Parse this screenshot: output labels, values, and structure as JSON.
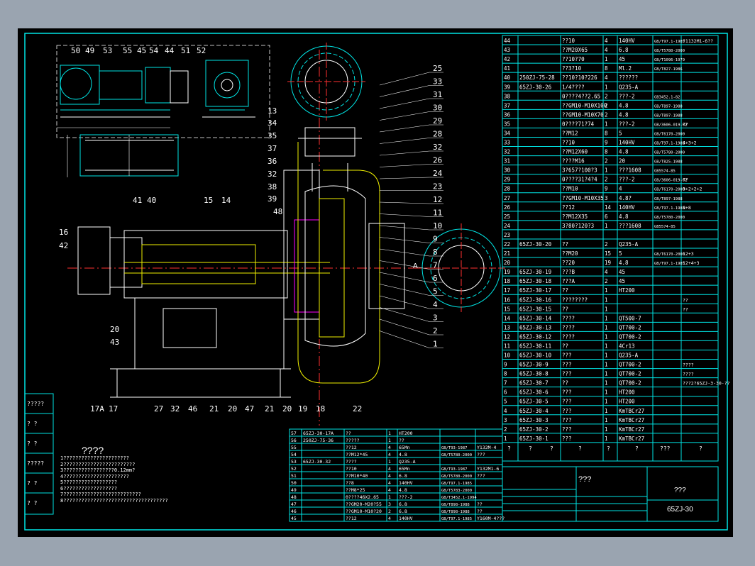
{
  "drawing": {
    "number": "65ZJ-30",
    "title_block_name": "???",
    "title_block_sub": "???",
    "view_marker": "A"
  },
  "balloons_left_top": [
    "50",
    "49",
    "53",
    "55",
    "45",
    "54",
    "44",
    "51",
    "52"
  ],
  "balloons_right": [
    "25",
    "33",
    "31",
    "30",
    "29",
    "28",
    "32",
    "26",
    "24",
    "23",
    "12",
    "11",
    "10",
    "9",
    "8",
    "7",
    "6",
    "5",
    "4",
    "3",
    "2",
    "1"
  ],
  "balloons_upper_left": [
    "13",
    "34",
    "35",
    "37",
    "36",
    "32",
    "38",
    "39",
    "48",
    "41",
    "40",
    "15",
    "14",
    "16",
    "42"
  ],
  "balloons_bottom": [
    "17A",
    "17",
    "27",
    "32",
    "46",
    "21",
    "20",
    "47",
    "21",
    "20",
    "19",
    "18",
    "22",
    "20",
    "43"
  ],
  "notes": {
    "heading": "????",
    "lines": [
      "1??????????????????????",
      "2????????????????????????",
      "3?????????????????0.12mm?",
      "4??????????????????????",
      "5??????????????????",
      "6??????????????????",
      "7??????????????????????????",
      "8???????????????????????????????????"
    ]
  },
  "left_strip": [
    "?????",
    "?  ?",
    "?  ?",
    "?????",
    "?  ?",
    "?  ?"
  ],
  "parts_upper": [
    [
      "44",
      "",
      "??10",
      "4",
      "140HV",
      "GB/T97.1-1985",
      "?1132M1-6??"
    ],
    [
      "43",
      "",
      "??M20X65",
      "4",
      "6.8",
      "GB/T5780-2000",
      ""
    ],
    [
      "42",
      "",
      "??10?70",
      "1",
      "45",
      "GB/T1096-1979",
      ""
    ],
    [
      "41",
      "",
      "??3?10",
      "8",
      "Ml.2",
      "GB/T827-1986",
      ""
    ],
    [
      "40",
      "250ZJ-75-28",
      "??10?10?226",
      "4",
      "??????",
      "",
      " "
    ],
    [
      "39",
      "65ZJ-30-26",
      "1/4????",
      "1",
      "Q235-A",
      "",
      ""
    ],
    [
      "38",
      "",
      "0????4??2.65",
      "2",
      "???-2",
      "GB3452.1-82",
      ""
    ],
    [
      "37",
      "",
      "??GM10-M10X100",
      "2",
      "4.8",
      "GB/T897-1988",
      ""
    ],
    [
      "36",
      "",
      "??GM10-M10X70",
      "2",
      "4.8",
      "GB/T897-1988",
      ""
    ],
    [
      "35",
      "",
      "0????71?74",
      "1",
      "???-2",
      "GB/3606-019-62",
      "??"
    ],
    [
      "34",
      "",
      "??M12",
      "8",
      "5",
      "GB/T6170-2000",
      ""
    ],
    [
      "33",
      "",
      "??10",
      "9",
      "140HV",
      "GB/T97.1-1985",
      "4+3+2"
    ],
    [
      "32",
      "",
      "??M12X60",
      "8",
      "4.8",
      "GB/T5780-2000",
      ""
    ],
    [
      "31",
      "",
      "????M16",
      "2",
      "20",
      "GB/T825-1988",
      ""
    ],
    [
      "30",
      "",
      "3?657?100?3",
      "1",
      "???1608",
      "GB5574-85",
      ""
    ],
    [
      "29",
      "",
      "0????31?4?4",
      "2",
      "???-2",
      "GB/3606-019-62",
      "??"
    ],
    [
      "28",
      "",
      "??M10",
      "9",
      "4",
      "GB/T6170-2000",
      "3+2+2+2"
    ],
    [
      "27",
      "",
      "??GM10-M10X35",
      "3",
      "4.8?",
      "GB/T897-1988",
      ""
    ],
    [
      "26",
      "",
      "??12",
      "14",
      "140HV",
      "GB/T97.1-1985",
      "8+8"
    ],
    [
      "25",
      "",
      "??M12X35",
      "6",
      "4.8",
      "GB/T5780-2000",
      ""
    ],
    [
      "24",
      "",
      "3?80?120?3",
      "1",
      "???1608",
      "GB5574-85",
      ""
    ],
    [
      "23",
      "",
      "",
      "",
      "",
      "",
      ""
    ],
    [
      "22",
      "65ZJ-30-20",
      "??",
      "2",
      "Q235-A",
      "",
      ""
    ],
    [
      "21",
      "",
      "??M20",
      "15",
      "5",
      "GB/T6170-2000",
      "12+3"
    ],
    [
      "20",
      "",
      "??20",
      "19",
      "4.8",
      "GB/T97.1-1985",
      "12+4+3"
    ],
    [
      "19",
      "65ZJ-30-19",
      "???B",
      "4",
      "45",
      "",
      ""
    ],
    [
      "18",
      "65ZJ-30-18",
      "???A",
      "2",
      "45",
      "",
      ""
    ],
    [
      "17",
      "65ZJ-30-17",
      "??",
      "1",
      "HT200",
      "",
      ""
    ],
    [
      "16",
      "65ZJ-30-16",
      "????????",
      "1",
      "",
      "",
      "??"
    ],
    [
      "15",
      "65ZJ-30-15",
      "??",
      "1",
      "",
      "",
      "??"
    ],
    [
      "14",
      "65ZJ-30-14",
      "????",
      "1",
      "QT500-7",
      "",
      ""
    ],
    [
      "13",
      "65ZJ-30-13",
      "????",
      "1",
      "QT700-2",
      "",
      ""
    ],
    [
      "12",
      "65ZJ-30-12",
      "????",
      "1",
      "QT700-2",
      "",
      ""
    ],
    [
      "11",
      "65ZJ-30-11",
      "??",
      "1",
      "4Cr13",
      "",
      ""
    ],
    [
      "10",
      "65ZJ-30-10",
      "???",
      "1",
      "Q235-A",
      "",
      ""
    ],
    [
      "9",
      "65ZJ-30-9",
      "???",
      "1",
      "QT700-2",
      "",
      "????"
    ],
    [
      "8",
      "65ZJ-30-8",
      "???",
      "1",
      "QT700-2",
      "",
      "????"
    ],
    [
      "7",
      "65ZJ-30-7",
      "??",
      "1",
      "QT700-2",
      "",
      "???2?65ZJ-3-30-??"
    ],
    [
      "6",
      "65ZJ-30-6",
      "???",
      "1",
      "HT200",
      "",
      ""
    ],
    [
      "5",
      "65ZJ-30-5",
      "???",
      "1",
      "HT200",
      "",
      ""
    ],
    [
      "4",
      "65ZJ-30-4",
      "???",
      "1",
      "KmTBCr27",
      "",
      ""
    ],
    [
      "3",
      "65ZJ-30-3",
      "???",
      "1",
      "KmTBCr27",
      "",
      ""
    ],
    [
      "2",
      "65ZJ-30-2",
      "???",
      "1",
      "KmTBCr27",
      "",
      ""
    ],
    [
      "1",
      "65ZJ-30-1",
      "???",
      "1",
      "KmTBCr27",
      "",
      ""
    ]
  ],
  "parts_header": [
    "?",
    "?",
    "?",
    "?",
    "?",
    "?",
    "???",
    "?"
  ],
  "parts_lower": [
    [
      "57",
      "65ZJ-30-17A",
      "??",
      "1",
      "HT200",
      "",
      ""
    ],
    [
      "56",
      "250ZJ-75-36",
      "?????",
      "1",
      "??",
      "",
      ""
    ],
    [
      "55",
      "",
      "??12",
      "4",
      "65Mn",
      "GB/T93-1987",
      "Y132M-4"
    ],
    [
      "54",
      "",
      "??M12*45",
      "4",
      "4.8",
      "GB/T5780-2000",
      "???"
    ],
    [
      "53",
      "65ZJ-30-32",
      "????",
      "1",
      "Q235-A",
      "",
      ""
    ],
    [
      "52",
      "",
      "??10",
      "4",
      "65Mn",
      "GB/T93-1987",
      "Y132M1-6"
    ],
    [
      "51",
      "",
      "??M10*40",
      "4",
      "6.8",
      "GB/T5780-2000",
      "???"
    ],
    [
      "50",
      "",
      "??8",
      "4",
      "140HV",
      "GB/T97.1-1985",
      ""
    ],
    [
      "49",
      "",
      "??M8*25",
      "4",
      "4.8",
      "GB/T5783-2000",
      ""
    ],
    [
      "48",
      "",
      "0????46X2.65",
      "1",
      "???-2",
      "GB/T3452.1-1994",
      ""
    ],
    [
      "47",
      "",
      "??GM20-M20?55",
      "3",
      "6.8",
      "GB/T898-1988",
      "??"
    ],
    [
      "46",
      "",
      "??GM10-M10?20",
      "2",
      "6.8",
      "GB/T898-1988",
      "??"
    ],
    [
      "45",
      "",
      "??12",
      "4",
      "140HV",
      "GB/T97.1-1985",
      "Y160M-4???"
    ]
  ]
}
